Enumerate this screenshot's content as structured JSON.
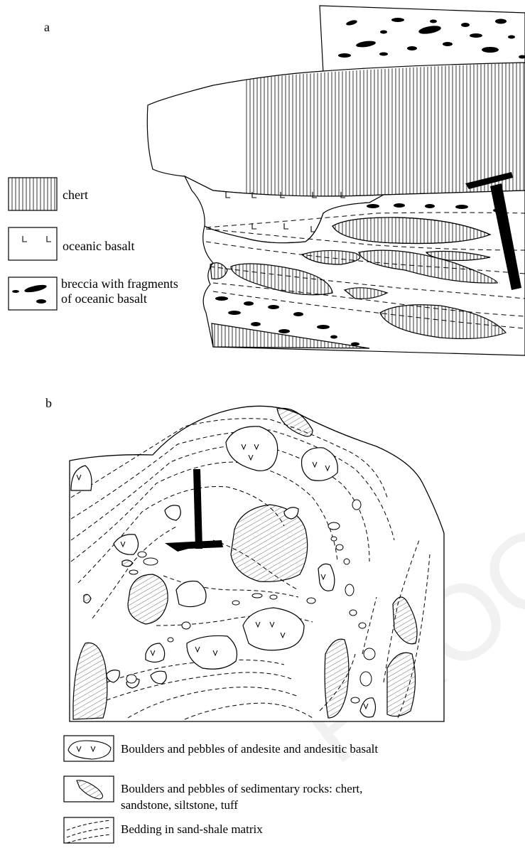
{
  "panel_a": {
    "letter": "a",
    "legend": [
      {
        "key": "chert",
        "text": "chert"
      },
      {
        "key": "basalt",
        "text": "oceanic basalt"
      },
      {
        "key": "breccia",
        "text_lines": [
          "breccia with fragments",
          "of oceanic basalt"
        ]
      }
    ]
  },
  "panel_b": {
    "letter": "b",
    "legend": [
      {
        "key": "andesite",
        "text_lines": [
          "Boulders and pebbles of andesite and andesitic basalt"
        ]
      },
      {
        "key": "sedimentary",
        "text_lines": [
          "Boulders and pebbles of sedimentary rocks: chert,",
          "sandstone, siltstone, tuff"
        ]
      },
      {
        "key": "bedding",
        "text_lines": [
          "Bedding in sand-shale matrix"
        ]
      }
    ]
  },
  "watermark": "PROOF",
  "colors": {
    "ink": "#000000",
    "paper": "#ffffff",
    "watermark": "#d9d9d9"
  }
}
